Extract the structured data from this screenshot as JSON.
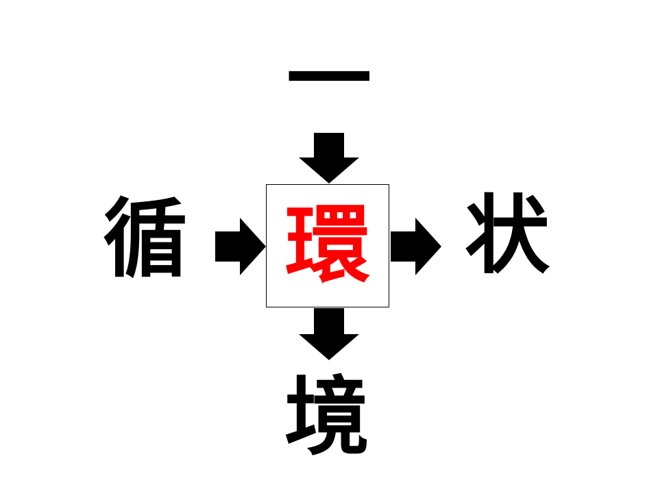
{
  "puzzle": {
    "top": "一",
    "left": "循",
    "right": "状",
    "bottom": "境",
    "answer": "環"
  },
  "colors": {
    "text": "#000000",
    "answer": "#ff0000",
    "arrow": "#000000",
    "background": "#ffffff"
  },
  "icons": {
    "arrow_top": "arrow-down-icon",
    "arrow_left": "arrow-right-icon",
    "arrow_right": "arrow-right-icon",
    "arrow_bottom": "arrow-down-icon"
  }
}
